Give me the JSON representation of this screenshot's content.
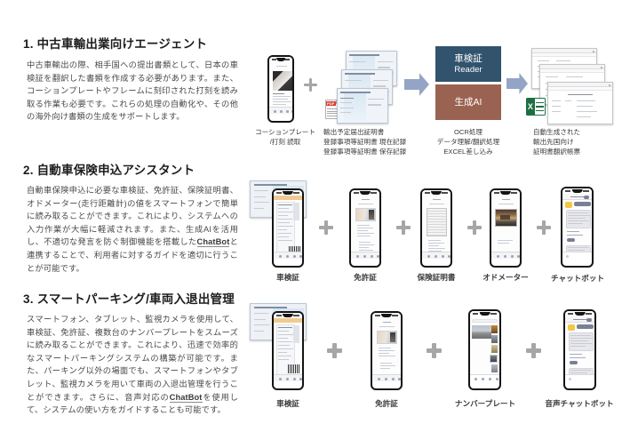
{
  "page": {
    "background": "#ffffff",
    "accent_blue": "#31536e",
    "accent_brown": "#9a6351",
    "arrow_color": "#94a4c6",
    "plus_color": "#a6a6a6",
    "excel_green": "#1d6f42",
    "pdf_red": "#d93f33"
  },
  "sections": [
    {
      "number": "1.",
      "title": "1. 中古車輸出業向けエージェント",
      "body": "中古車輸出の際、相手国への提出書類として、日本の車検証を翻訳した書類を作成する必要があります。また、コーションプレートやフレームに刻印された打刻を読み取る作業も必要です。これらの処理の自動化や、その他の海外向け書類の生成をサポートします。",
      "diagram": {
        "type": "process-flow",
        "captions": [
          {
            "name": "caution-plate",
            "lines": [
              "コーションプレート",
              "/打刻 読取"
            ]
          },
          {
            "name": "export-documents",
            "lines": [
              "輸出予定届出証明書",
              "登録事項等証明書 現在記録",
              "登録事項等証明書 保存記録"
            ]
          },
          {
            "name": "ocr-processing",
            "lines": [
              "OCR処理",
              "データ理解/翻訳処理",
              "EXCEL差し込み"
            ]
          },
          {
            "name": "generated-output",
            "lines": [
              "自動生成された",
              "輸出先国向け",
              "証明書翻訳帳票"
            ]
          }
        ],
        "boxes": [
          {
            "name": "shakensho-reader",
            "line1": "車検証",
            "line2": "Reader",
            "color": "#31536e"
          },
          {
            "name": "generative-ai",
            "line1": "生成AI",
            "line2": "",
            "color": "#9a6351"
          }
        ],
        "icons": [
          "pdf-icon",
          "excel-icon",
          "plus-icon",
          "arrow-right-icon"
        ]
      }
    },
    {
      "number": "2.",
      "title": "2. 自動車保険申込アシスタント",
      "body_pre": "自動車保険申込に必要な車検証、免許証、保険証明書、オドメーター(走行距離計)の値をスマートフォンで簡単に読み取ることができます。これにより、システムへの入力作業が大幅に軽減されます。また、生成AIを活用し、不適切な発言を防ぐ制御機能を搭載した",
      "body_keyword": "ChatBot",
      "body_post": "と連携することで、利用者に対するガイドを適切に行うことが可能です。",
      "items": [
        {
          "name": "device-shakensho",
          "label": "車検証"
        },
        {
          "name": "device-license",
          "label": "免許証"
        },
        {
          "name": "device-insurance",
          "label": "保険証明書"
        },
        {
          "name": "device-odometer",
          "label": "オドメーター"
        },
        {
          "name": "device-chatbot",
          "label": "チャットボット"
        }
      ]
    },
    {
      "number": "3.",
      "title": "3. スマートパーキング/車両入退出管理",
      "body_pre": "スマートフォン、タブレット、監視カメラを使用して、車検証、免許証、複数台のナンバープレートをスムーズに読み取ることができます。これにより、迅速で効率的なスマートパーキングシステムの構築が可能です。また、パーキング以外の場面でも、スマートフォンやタブレット、監視カメラを用いて車両の入退出管理を行うことができます。さらに、音声対応の",
      "body_keyword": "ChatBot",
      "body_post": "を使用して、システムの使い方をガイドすることも可能です。",
      "items": [
        {
          "name": "device-shakensho",
          "label": "車検証"
        },
        {
          "name": "device-license",
          "label": "免許証"
        },
        {
          "name": "device-numberplate",
          "label": "ナンバープレート"
        },
        {
          "name": "device-voice-chatbot",
          "label": "音声チャットボット"
        }
      ]
    }
  ],
  "icon_names": {
    "plus": "plus-icon",
    "arrow": "arrow-right-icon",
    "pdf": "pdf-file-icon",
    "excel": "excel-file-icon",
    "phone": "smartphone-icon",
    "document": "document-icon",
    "spreadsheet": "spreadsheet-window-icon"
  }
}
